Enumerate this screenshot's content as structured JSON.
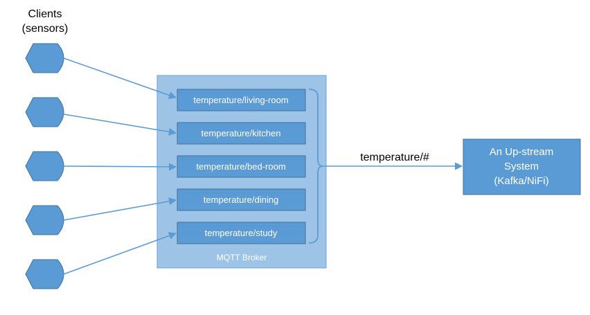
{
  "clients_label": [
    "Clients",
    "(sensors)"
  ],
  "broker": {
    "label": "MQTT Broker",
    "topics": [
      "temperature/living-room",
      "temperature/kitchen",
      "temperature/bed-room",
      "temperature/dining",
      "temperature/study"
    ]
  },
  "wildcard_topic": "temperature/#",
  "upstream": {
    "lines": [
      "An Up-stream",
      "System",
      "(Kafka/NiFi)"
    ]
  },
  "colors": {
    "sensor_fill": "#5b9bd5",
    "sensor_stroke": "#41719c",
    "broker_fill": "#9dc3e6",
    "broker_stroke": "#6f9fd0",
    "topic_fill": "#5b9bd5",
    "topic_stroke": "#41719c",
    "arrow": "#5b9bd5"
  }
}
